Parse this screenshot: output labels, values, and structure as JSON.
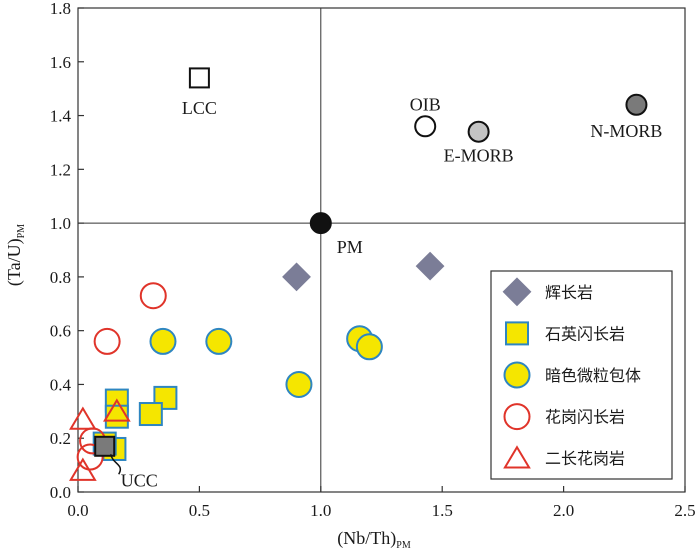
{
  "chart_data": {
    "type": "scatter",
    "xlabel": "(Nb/Th)",
    "xlabel_sub": "PM",
    "ylabel": "(Ta/U)",
    "ylabel_sub": "PM",
    "xlim": [
      0.0,
      2.5
    ],
    "ylim": [
      0.0,
      1.8
    ],
    "xticks": [
      "0.0",
      "0.5",
      "1.0",
      "1.5",
      "2.0",
      "2.5"
    ],
    "yticks": [
      "0.0",
      "0.2",
      "0.4",
      "0.6",
      "0.8",
      "1.0",
      "1.2",
      "1.4",
      "1.6",
      "1.8"
    ],
    "reference_lines": {
      "x": 1.0,
      "y": 1.0
    },
    "reference_points": [
      {
        "label": "LCC",
        "x": 0.5,
        "y": 1.54,
        "marker": "square",
        "fill": "#ffffff"
      },
      {
        "label": "OIB",
        "x": 1.43,
        "y": 1.36,
        "marker": "circle",
        "fill": "#ffffff"
      },
      {
        "label": "E-MORB",
        "x": 1.65,
        "y": 1.34,
        "marker": "circle",
        "fill": "#c4c4c4"
      },
      {
        "label": "N-MORB",
        "x": 2.3,
        "y": 1.44,
        "marker": "circle",
        "fill": "#7a7a7a"
      },
      {
        "label": "PM",
        "x": 1.0,
        "y": 1.0,
        "marker": "circle",
        "fill": "#111111"
      },
      {
        "label": "UCC",
        "x": 0.11,
        "y": 0.17,
        "marker": "square",
        "fill": "#7a7a7a"
      }
    ],
    "series": [
      {
        "name": "辉长岩",
        "marker": "diamond",
        "fill": "#7b7d97",
        "stroke": "#7b7d97",
        "points": [
          [
            0.9,
            0.8
          ],
          [
            1.45,
            0.84
          ]
        ]
      },
      {
        "name": "石英闪长岩",
        "marker": "square",
        "fill": "#f5e600",
        "stroke": "#2e86c1",
        "points": [
          [
            0.16,
            0.34
          ],
          [
            0.16,
            0.28
          ],
          [
            0.36,
            0.35
          ],
          [
            0.3,
            0.29
          ],
          [
            0.15,
            0.16
          ],
          [
            0.11,
            0.18
          ]
        ]
      },
      {
        "name": "暗色微粒包体",
        "marker": "circle",
        "fill": "#f5e600",
        "stroke": "#2e86c1",
        "points": [
          [
            0.35,
            0.56
          ],
          [
            0.58,
            0.56
          ],
          [
            0.91,
            0.4
          ],
          [
            1.16,
            0.57
          ],
          [
            1.2,
            0.54
          ]
        ]
      },
      {
        "name": "花岗闪长岩",
        "marker": "circle",
        "fill": "none",
        "stroke": "#e0342a",
        "points": [
          [
            0.31,
            0.73
          ],
          [
            0.12,
            0.56
          ],
          [
            0.06,
            0.19
          ],
          [
            0.05,
            0.13
          ]
        ]
      },
      {
        "name": "二长花岗岩",
        "marker": "triangle",
        "fill": "none",
        "stroke": "#e0342a",
        "points": [
          [
            0.02,
            0.27
          ],
          [
            0.16,
            0.3
          ],
          [
            0.02,
            0.08
          ]
        ]
      }
    ],
    "legend_position": "bottom-right",
    "grid": false
  }
}
